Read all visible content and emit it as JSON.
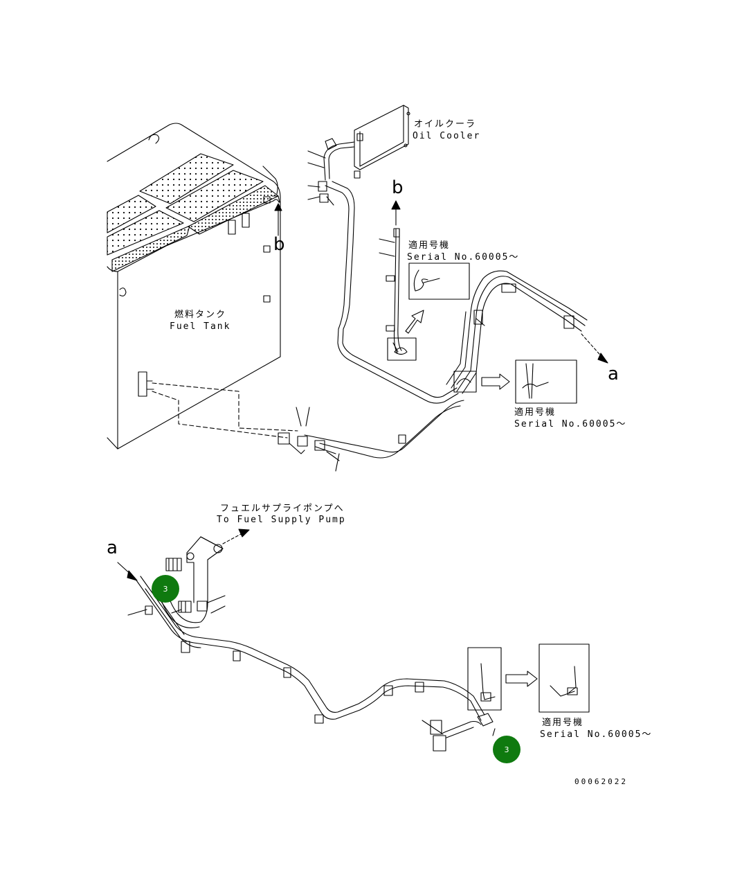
{
  "labels": {
    "oil_cooler_jp": "オイルクーラ",
    "oil_cooler_en": "Oil Cooler",
    "fuel_tank_jp": "燃料タンク",
    "fuel_tank_en": "Fuel Tank",
    "serial_jp": "適用号機",
    "serial_en": "Serial No.60005～",
    "fuel_pump_jp": "フュエルサプライポンプへ",
    "fuel_pump_en": "To Fuel Supply Pump",
    "marker_a": "a",
    "marker_b": "b",
    "drawing_number": "00062022"
  },
  "callouts": [
    {
      "label": "3"
    },
    {
      "label": "3"
    }
  ],
  "colors": {
    "line": "#000000",
    "callout": "#0f7a0f"
  }
}
